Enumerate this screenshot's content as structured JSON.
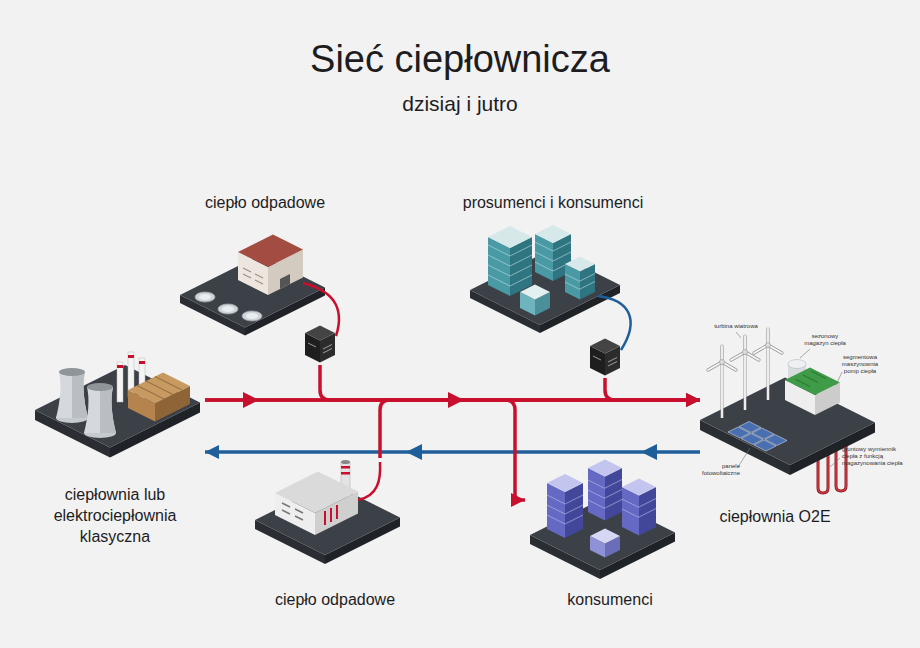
{
  "diagram": {
    "title": "Sieć ciepłownicza",
    "nodes": [
      {
        "text": [
          "ciepło odpadowe"
        ]
      },
      {
        "text": [
          "prosumenci i konsumenci"
        ]
      },
      {
        "text": [
          "ciepłownia lub elektrociepłownia klasyczna"
        ]
      },
      {
        "text": [
          "ciepłownia O2E"
        ]
      },
      {
        "text": [
          "ciepło odpadowe"
        ]
      },
      {
        "text": [
          "konsumenci"
        ]
      }
    ],
    "edges": [
      {
        "from": 2,
        "to": 3,
        "arrow": "to"
      },
      {
        "from": 3,
        "to": 2,
        "arrow": "to"
      },
      {
        "from": 0,
        "to": 3,
        "arrow": "to"
      },
      {
        "from": 1,
        "to": 3,
        "arrow": "to"
      },
      {
        "from": 4,
        "to": 3,
        "arrow": "to"
      },
      {
        "from": 2,
        "to": 5,
        "arrow": "to"
      }
    ],
    "labels": [
      "dzisiaj i jutro",
      "turbina wiatrowa",
      "sezonowy magazyn ciepła",
      "segmentowa maszynownia pomp ciepła",
      "gruntowy wymiennik ciepła z funkcją magazynowania ciepła",
      "panele fotowoltaiczne"
    ]
  }
}
